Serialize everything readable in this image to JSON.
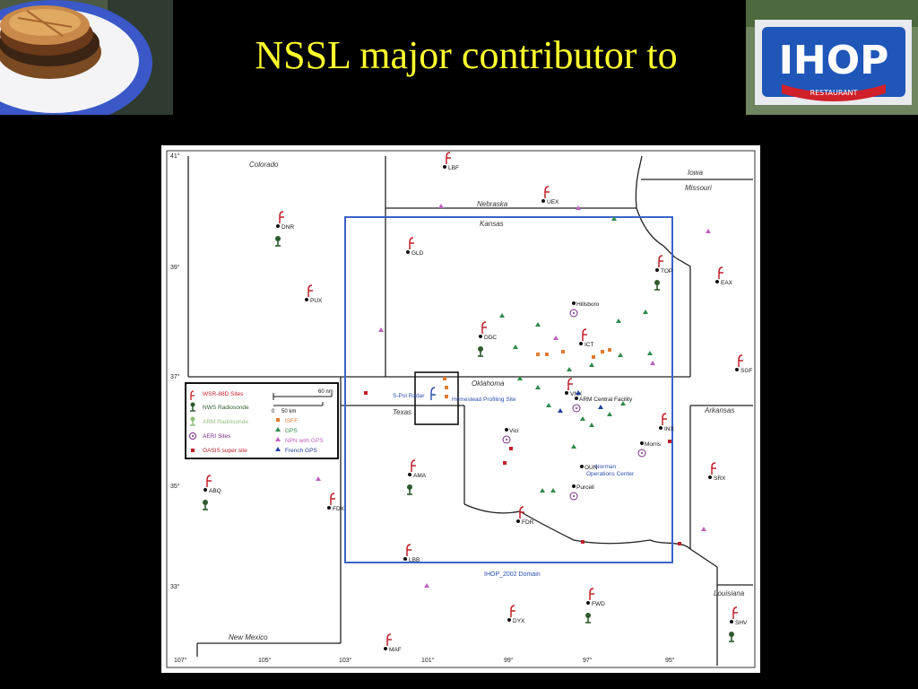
{
  "slide": {
    "title": "NSSL major contributor to"
  },
  "images": {
    "left_photo": "stack of pancakes on a blue-rimmed plate",
    "right_photo": "IHOP restaurant sign",
    "right_photo_text": {
      "brand": "IHOP",
      "sub": "RESTAURANT"
    }
  },
  "map": {
    "states": [
      "Colorado",
      "Nebraska",
      "Kansas",
      "Iowa",
      "Missouri",
      "Oklahoma",
      "Texas",
      "Arkansas",
      "Louisiana",
      "New Mexico"
    ],
    "latitude_labels": [
      "41°",
      "39°",
      "37°",
      "35°",
      "33°"
    ],
    "longitude_labels": [
      "107°",
      "105°",
      "103°",
      "101°",
      "99°",
      "97°",
      "95°"
    ],
    "domain_label": "IHOP_2002 Domain",
    "sites": {
      "wsr88d": [
        "LBF",
        "UEX",
        "DNR",
        "GLD",
        "TOP",
        "EAX",
        "PUX",
        "DDC",
        "ICT",
        "SGF",
        "VNX",
        "INX",
        "SRX",
        "FDR",
        "AMA",
        "ABQ",
        "FDX",
        "LBB",
        "FWD",
        "DYX",
        "SHV",
        "MAF"
      ],
      "places": [
        "Hillsboro",
        "ARM Central Facility",
        "Vici",
        "Morris",
        "OUN",
        "Purcell"
      ],
      "labels": [
        "S-Pol Radar",
        "Homestead Profiling Site",
        "Norman",
        "Operations Center"
      ]
    },
    "legend": {
      "left": [
        "WSR-88D Sites",
        "NWS Radiosonde",
        "ARM Radiosonde",
        "AERI Sites",
        "OASIS super site"
      ],
      "right": [
        "ISFF",
        "GPS",
        "NPN with GPS",
        "French GPS"
      ],
      "scale_top": "60 nm",
      "scale_bottom": "50 km",
      "scale_zero": "0"
    }
  }
}
